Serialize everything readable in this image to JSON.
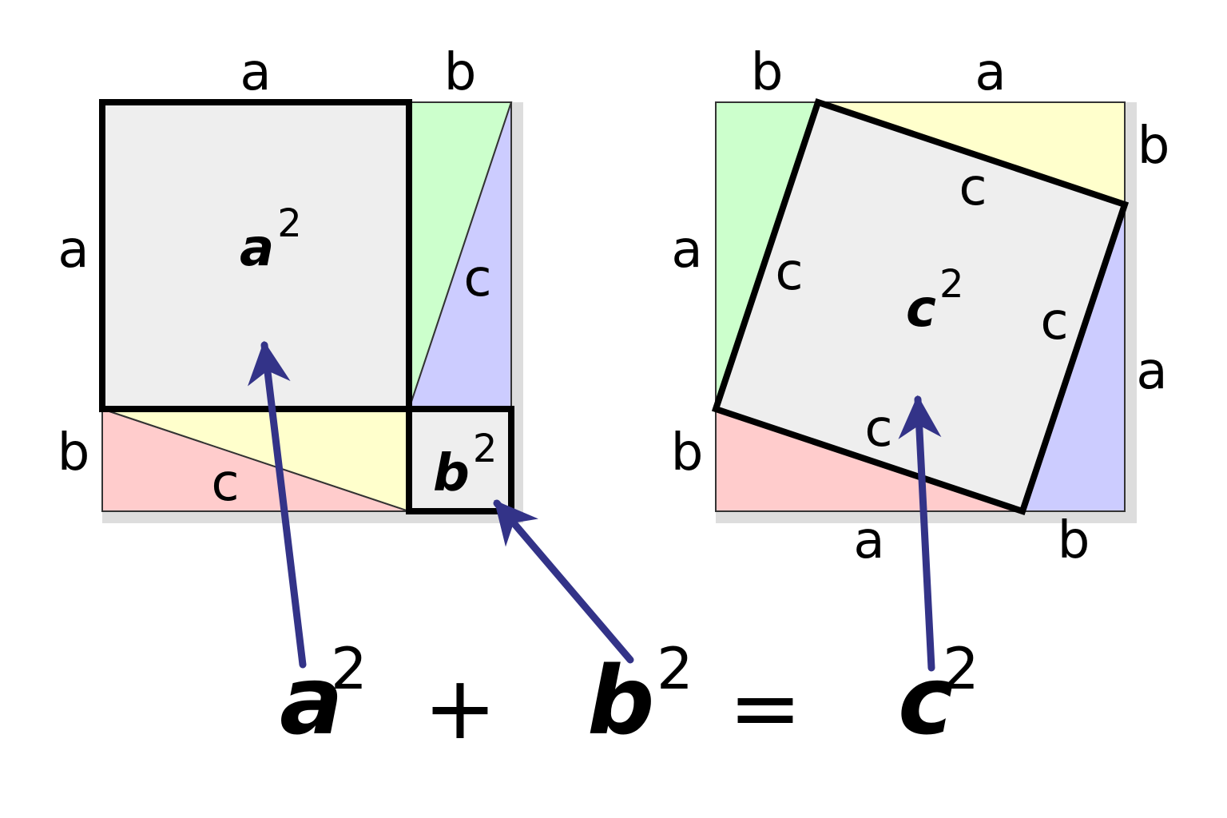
{
  "colors": {
    "shadow": "#dddddd",
    "square_fill": "#eeeeee",
    "green": "#ccffcc",
    "blue": "#ccccff",
    "yellow": "#ffffcc",
    "red": "#ffcccc",
    "arrow": "#333388",
    "outline": "#000000"
  },
  "left_figure": {
    "top_labels": [
      "a",
      "b"
    ],
    "left_labels": [
      "a",
      "b"
    ],
    "hypotenuse_labels": [
      "c",
      "c"
    ],
    "square_a": {
      "var": "a",
      "exp": "2"
    },
    "square_b": {
      "var": "b",
      "exp": "2"
    }
  },
  "right_figure": {
    "top_labels": [
      "b",
      "a"
    ],
    "right_labels": [
      "b",
      "a"
    ],
    "left_labels": [
      "a",
      "b"
    ],
    "bottom_labels": [
      "a",
      "b"
    ],
    "side_labels": [
      "c",
      "c",
      "c",
      "c"
    ],
    "square_c": {
      "var": "c",
      "exp": "2"
    }
  },
  "equation": {
    "term1": {
      "var": "a",
      "exp": "2"
    },
    "plus": "+",
    "term2": {
      "var": "b",
      "exp": "2"
    },
    "equals": "=",
    "term3": {
      "var": "c",
      "exp": "2"
    }
  },
  "arrow_icon": "arrow-icon"
}
